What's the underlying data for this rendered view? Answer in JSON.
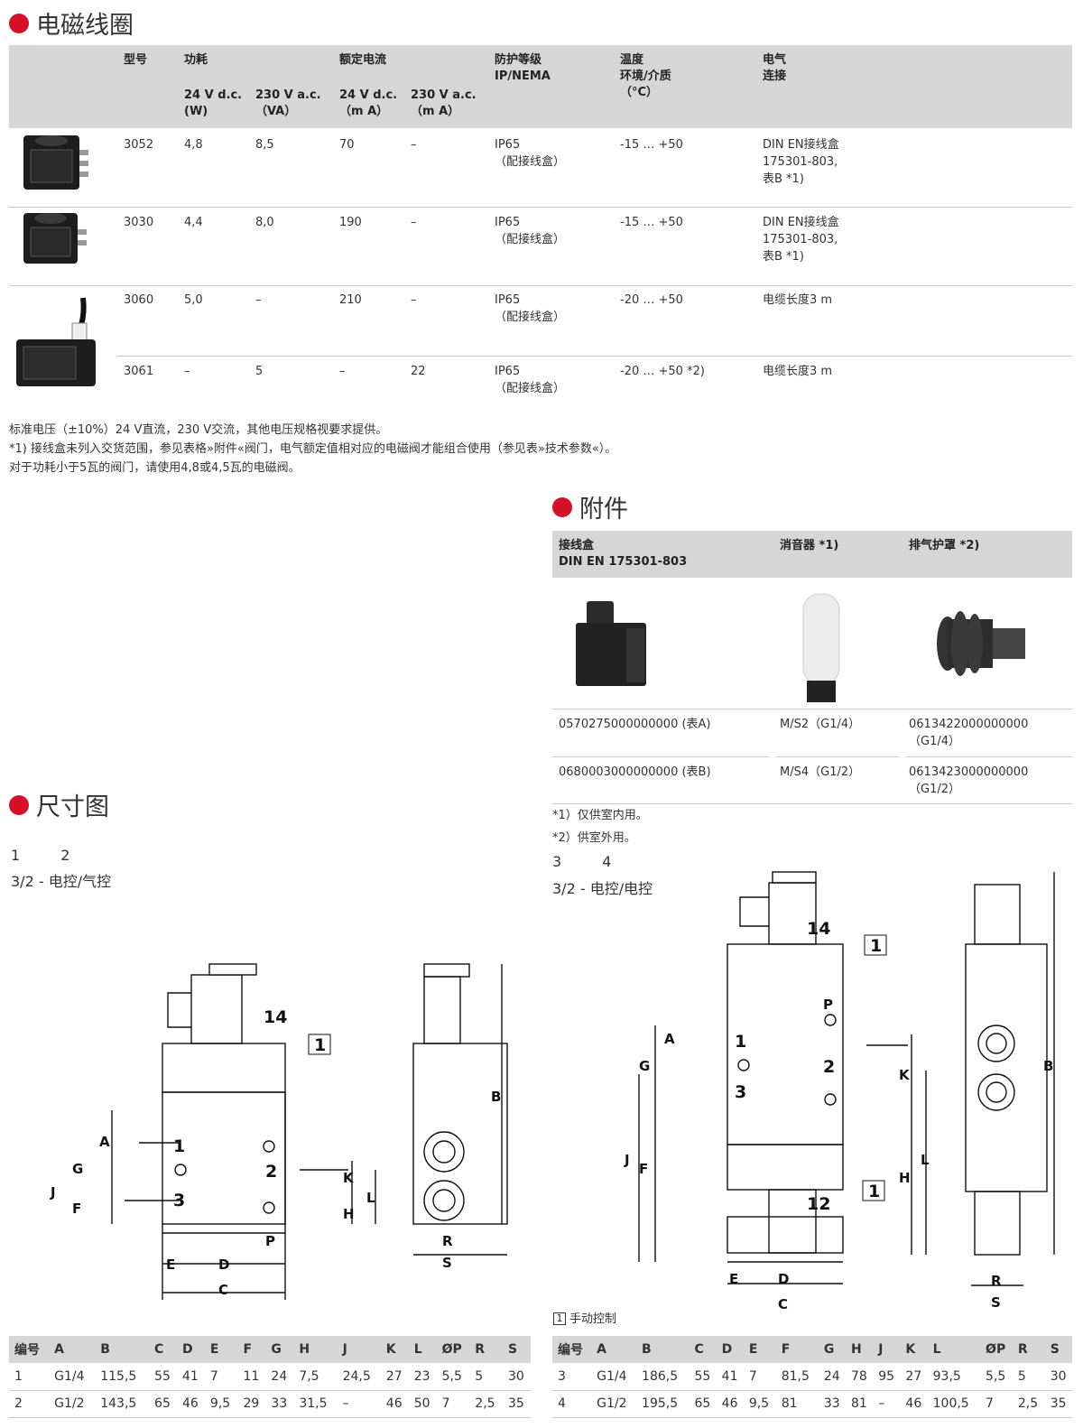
{
  "coils": {
    "title": "电磁线圈",
    "headers": {
      "model": "型号",
      "power": "功耗",
      "rated_current": "额定电流",
      "protection": "防护等级",
      "protection2": "IP/NEMA",
      "temp": "温度",
      "temp2": "环境/介质",
      "temp3": "（°C）",
      "elec": "电气",
      "elec2": "连接",
      "p24": "24 V d.c.",
      "p24u": "(W)",
      "p230": "230 V a.c.",
      "p230u": "（VA）",
      "c24": "24 V d.c.",
      "c24u": "（m A）",
      "c230": "230 V a.c.",
      "c230u": "（m A）"
    },
    "rows": [
      {
        "model": "3052",
        "p24": "4,8",
        "p230": "8,5",
        "c24": "70",
        "c230": "–",
        "ip1": "IP65",
        "ip2": "（配接线盒）",
        "temp": "-15 … +50",
        "e1": "DIN EN接线盒",
        "e2": "175301-803,",
        "e3": "表B *1)"
      },
      {
        "model": "3030",
        "p24": "4,4",
        "p230": "8,0",
        "c24": "190",
        "c230": "–",
        "ip1": "IP65",
        "ip2": "（配接线盒）",
        "temp": "-15 … +50",
        "e1": "DIN EN接线盒",
        "e2": "175301-803,",
        "e3": "表B *1)"
      },
      {
        "model": "3060",
        "p24": "5,0",
        "p230": "–",
        "c24": "210",
        "c230": "–",
        "ip1": "IP65",
        "ip2": "（配接线盒）",
        "temp": "-20 … +50",
        "e1": "电缆长度3 m",
        "e2": "",
        "e3": ""
      },
      {
        "model": "3061",
        "p24": "–",
        "p230": "5",
        "c24": "–",
        "c230": "22",
        "ip1": "IP65",
        "ip2": "（配接线盒）",
        "temp": "-20 … +50 *2)",
        "e1": "电缆长度3 m",
        "e2": "",
        "e3": ""
      }
    ],
    "notes": [
      "标准电压（±10%）24 V直流，230 V交流，其他电压规格视要求提供。",
      "*1) 接线盒未列入交货范围，参见表格»附件«阀门，电气额定值相对应的电磁阀才能组合使用（参见表»技术参数«）。",
      "对于功耗小于5瓦的阀门，请使用4,8或4,5瓦的电磁阀。"
    ]
  },
  "accessories": {
    "title": "附件",
    "headers": {
      "box": "接线盒",
      "box2": "DIN EN 175301-803",
      "silencer": "消音器 *1)",
      "cover": "排气护罩 *2)"
    },
    "rows": [
      {
        "box": "0570275000000000 (表A)",
        "silencer": "M/S2（G1/4）",
        "cover": "0613422000000000",
        "cover2": "（G1/4）"
      },
      {
        "box": "0680003000000000 (表B)",
        "silencer": "M/S4（G1/2）",
        "cover": "0613423000000000",
        "cover2": "（G1/2）"
      }
    ],
    "notes": [
      "*1）仅供室内用。",
      "*2）供室外用。"
    ]
  },
  "dimensions": {
    "title": "尺寸图",
    "left_nums": "1 2",
    "left_caption": "3/2 - 电控/气控",
    "right_nums": "3 4",
    "right_caption": "3/2 - 电控/电控",
    "manual_num": "1",
    "manual_label": "手动控制",
    "labels": {
      "n14": "14",
      "n12": "12",
      "n1": "1",
      "n2": "2",
      "n3": "3",
      "A": "A",
      "B": "B",
      "C": "C",
      "D": "D",
      "E": "E",
      "F": "F",
      "G": "G",
      "H": "H",
      "J": "J",
      "K": "K",
      "L": "L",
      "P": "P",
      "R": "R",
      "S": "S"
    },
    "table_headers": [
      "编号",
      "A",
      "B",
      "C",
      "D",
      "E",
      "F",
      "G",
      "H",
      "J",
      "K",
      "L",
      "ØP",
      "R",
      "S"
    ],
    "table_left": [
      [
        "1",
        "G1/4",
        "115,5",
        "55",
        "41",
        "7",
        "11",
        "24",
        "7,5",
        "24,5",
        "27",
        "23",
        "5,5",
        "5",
        "30"
      ],
      [
        "2",
        "G1/2",
        "143,5",
        "65",
        "46",
        "9,5",
        "29",
        "33",
        "31,5",
        "–",
        "46",
        "50",
        "7",
        "2,5",
        "35"
      ]
    ],
    "table_right": [
      [
        "3",
        "G1/4",
        "186,5",
        "55",
        "41",
        "7",
        "81,5",
        "24",
        "78",
        "95",
        "27",
        "93,5",
        "5,5",
        "5",
        "30"
      ],
      [
        "4",
        "G1/2",
        "195,5",
        "65",
        "46",
        "9,5",
        "81",
        "33",
        "81",
        "–",
        "46",
        "100,5",
        "7",
        "2,5",
        "35"
      ]
    ]
  }
}
